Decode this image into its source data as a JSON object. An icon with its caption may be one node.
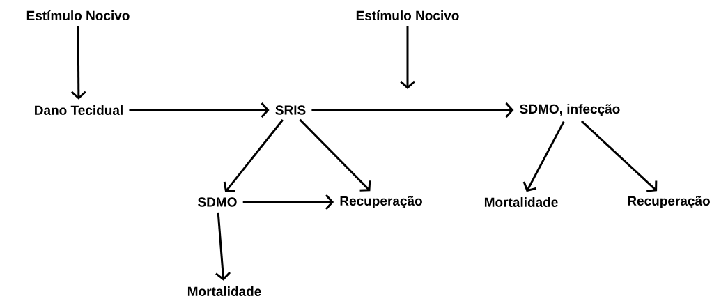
{
  "diagram": {
    "nodes": [
      {
        "text": [
          "Estímulo Nocivo"
        ]
      },
      {
        "text": [
          "Estímulo Nocivo"
        ]
      },
      {
        "text": [
          "Dano Tecidual"
        ]
      },
      {
        "text": [
          "SRIS"
        ]
      },
      {
        "text": [
          "SDMO, infecção"
        ]
      },
      {
        "text": [
          "SDMO"
        ]
      },
      {
        "text": [
          "Recuperação"
        ]
      },
      {
        "text": [
          "Mortalidade"
        ]
      },
      {
        "text": [
          "Recuperação"
        ]
      },
      {
        "text": [
          "Mortalidade"
        ]
      }
    ],
    "edges": [
      {
        "from": 0,
        "to": 2,
        "arrow": "to"
      },
      {
        "from": 2,
        "to": 3,
        "arrow": "to"
      },
      {
        "from": 3,
        "to": 4,
        "arrow": "to"
      },
      {
        "from": 1,
        "to": null,
        "arrow": "to"
      },
      {
        "from": 3,
        "to": 5,
        "arrow": "to"
      },
      {
        "from": 3,
        "to": 6,
        "arrow": "to"
      },
      {
        "from": 5,
        "to": 6,
        "arrow": "to"
      },
      {
        "from": 5,
        "to": 9,
        "arrow": "to"
      },
      {
        "from": 4,
        "to": 7,
        "arrow": "to"
      },
      {
        "from": 4,
        "to": 8,
        "arrow": "to"
      }
    ]
  }
}
